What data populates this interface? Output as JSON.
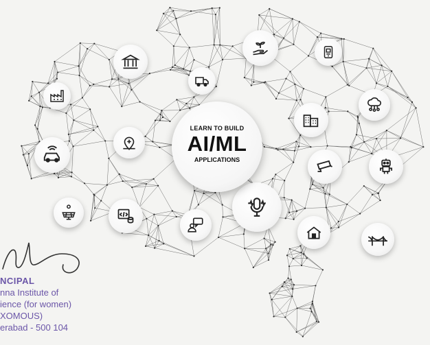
{
  "headline": {
    "line1": "LEARN TO BUILD",
    "line2": "AI/ML",
    "line3": "APPLICATIONS"
  },
  "stamp": {
    "title": "NCIPAL",
    "line1": "nna Institute of",
    "line2": "ience  (for women)",
    "line3": "XOMOUS)",
    "line4": "erabad - 500 104"
  },
  "icons": [
    "factory-icon",
    "bank-icon",
    "delivery-van-icon",
    "plant-hand-icon",
    "mobile-app-icon",
    "cloud-network-icon",
    "city-buildings-icon",
    "autonomous-car-icon",
    "map-location-icon",
    "robot-icon",
    "cctv-camera-icon",
    "solar-panel-icon",
    "code-database-icon",
    "chat-user-icon",
    "voice-microphone-icon",
    "smart-home-icon",
    "bridge-icon"
  ],
  "colors": {
    "background": "#f4f4f2",
    "mesh": "#2b2b2b",
    "stamp_ink": "#6b56a8"
  }
}
